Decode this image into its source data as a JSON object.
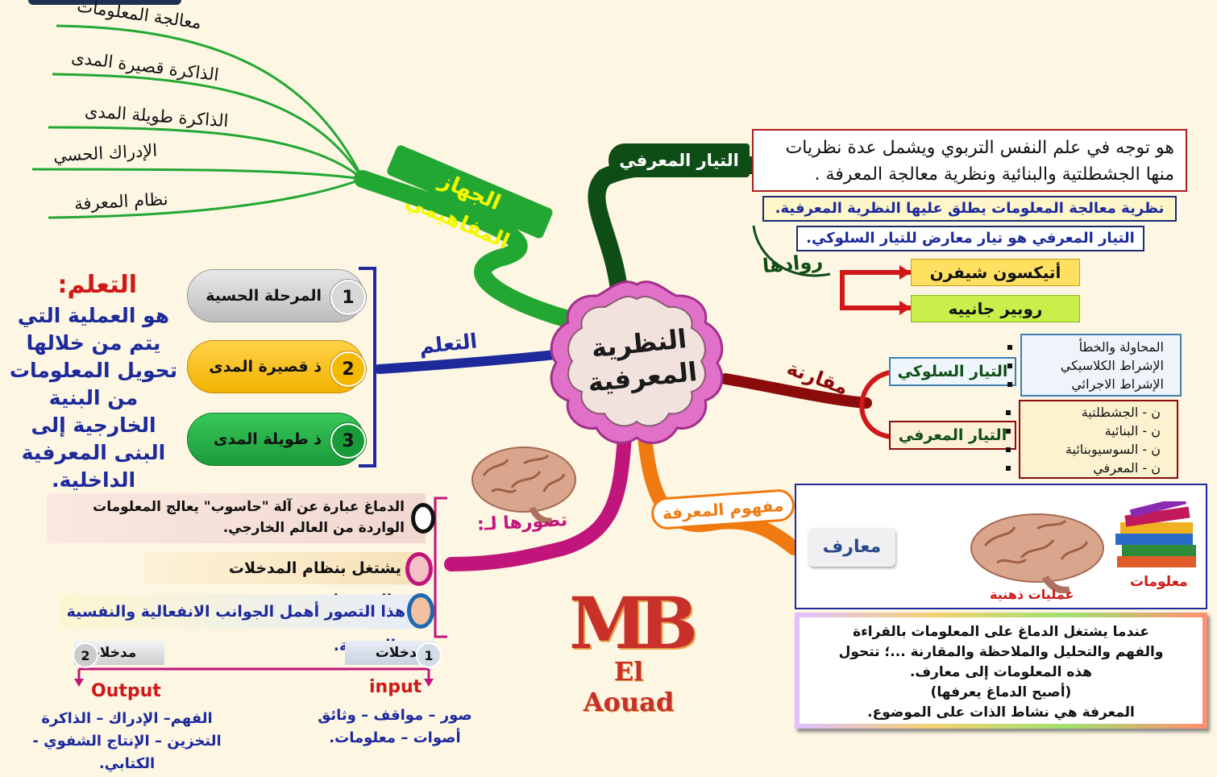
{
  "center": {
    "title_line1": "النظرية",
    "title_line2": "المعرفية"
  },
  "branches": {
    "conceptual_system": "الجهاز المفاهيمي",
    "cognitive_current": "التيار المعرفي",
    "learning": "التعلم",
    "comparison": "مقارنة",
    "concept_of_knowledge": "مفهوم المعرفة",
    "conceived_as": "تصورها لـ:"
  },
  "concepts": [
    "معالجة المعلومات",
    "الذاكرة قصيرة المدى",
    "الذاكرة طويلة المدى",
    "الإدراك الحسي",
    "نظام المعرفة"
  ],
  "cognitive": {
    "definition": "هو توجه في علم النفس التربوي ويشمل عدة نظريات منها الجشطلتية والبنائية ونظرية معالجة المعرفة .",
    "note1": "نظرية معالجة المعلومات يطلق عليها النظرية المعرفية.",
    "note2": "التيار المعرفي هو تيار معارض للتيار السلوكي.",
    "pioneers_label": "روادها",
    "pioneers": [
      "أتيكسون شيفرن",
      "روبير جانييه"
    ]
  },
  "learning": {
    "heading": "التعلم:",
    "definition": "هو العملية التي يتم من خلالها تحويل المعلومات من البنية الخارجية إلى البنى المعرفية الداخلية.",
    "stages": [
      {
        "num": "1",
        "label": "المرحلة الحسية"
      },
      {
        "num": "2",
        "label": "ذ قصيرة المدى"
      },
      {
        "num": "3",
        "label": "ذ طويلة المدى"
      }
    ]
  },
  "comparison": {
    "behavioral_label": "التيار السلوكي",
    "behavioral_items": [
      "المحاولة والخطأ",
      "الإشراط الكلاسيكي",
      "الإشراط الاجرائي"
    ],
    "cognitive_label": "التيار المعرفي",
    "cognitive_items": [
      "ن - الجشطلتية",
      "ن - البنائية",
      "ن - السوسيوبنائية",
      "ن - المعرفي"
    ]
  },
  "conception": {
    "items": [
      "الدماغ عبارة عن آلة \"حاسوب\" يعالج المعلومات الواردة من العالم الخارجي.",
      "يشتغل بنظام المدخلات والمخرجات.",
      "هذا التصور أهمل الجوانب الانفعالية والنفسية والروحية."
    ],
    "input_tab": {
      "num": "1",
      "label": "مدخلات"
    },
    "output_tab": {
      "num": "2",
      "label": "مدخلات"
    },
    "input_title": "input",
    "output_title": "Output",
    "input_text": "صور – مواقف – وثائق أصوات – معلومات.",
    "output_text": "الفهم– الإدراك – الذاكرة التخزين – الإنتاج الشفوي - الكتابي."
  },
  "knowledge": {
    "info_label": "معلومات",
    "process_label": "عمليات ذهنية",
    "knowledge_label": "معارف",
    "explanation": [
      "عندما يشتغل الدماغ على المعلومات بالقراءة",
      "والفهم والتحليل والملاحظة والمقارنة ...؛ تتحول",
      "هذه المعلومات إلى معارف.",
      "(أصبح الدماغ يعرفها)",
      "المعرفة هي نشاط الذات على الموضوع."
    ]
  },
  "logo": {
    "letters": "MB",
    "name": "El Aouad"
  },
  "colors": {
    "green": "#22a832",
    "darkgreen": "#0f4d16",
    "navy": "#1c2a9c",
    "darkred": "#8b0a0a",
    "orange": "#f07a10",
    "magenta": "#c0157a",
    "red": "#d01818"
  }
}
